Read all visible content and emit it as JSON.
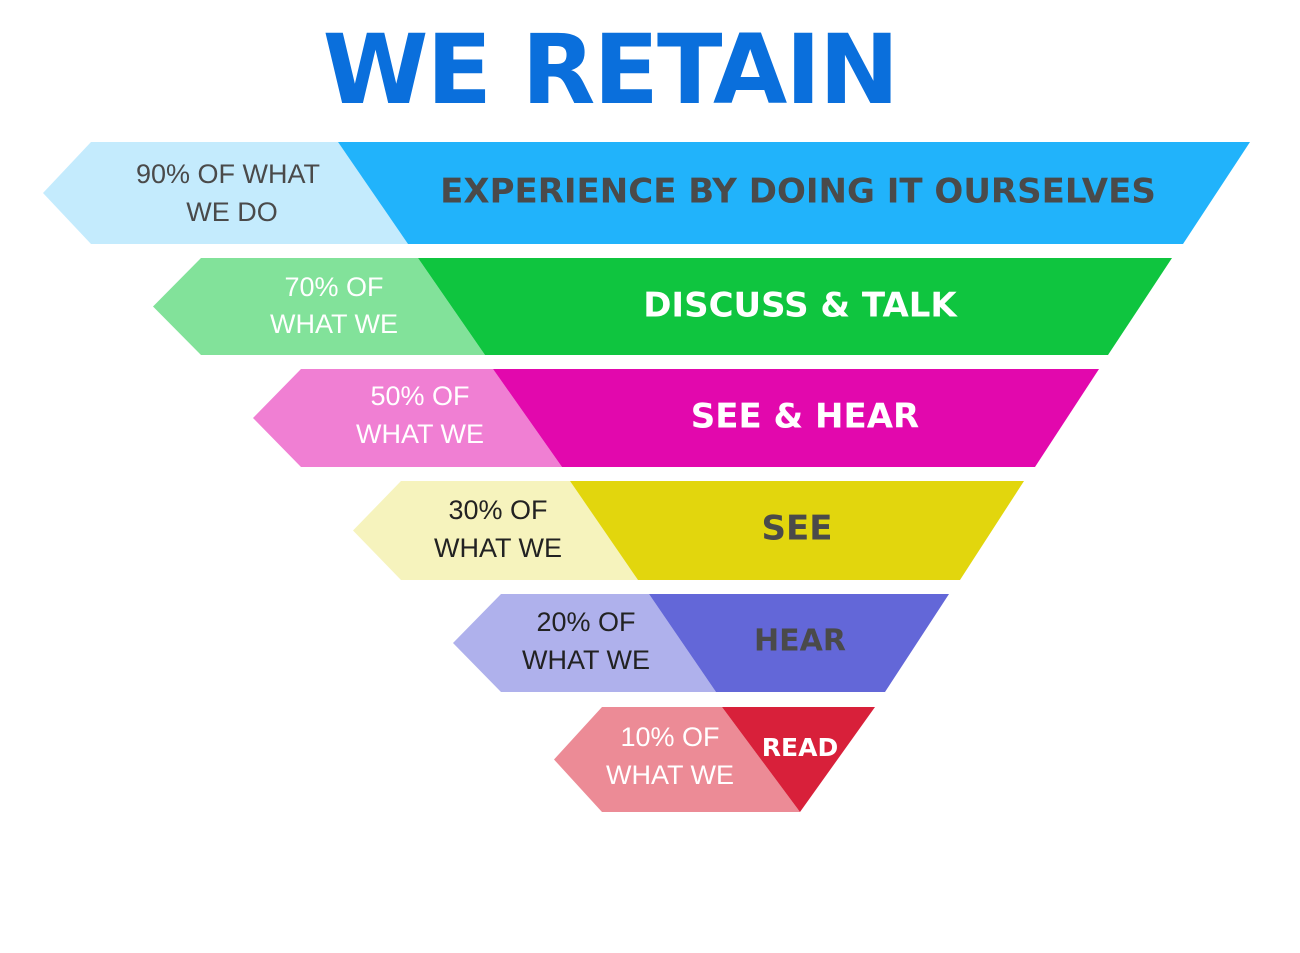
{
  "title": "WE RETAIN",
  "levels": [
    {
      "tab_line1": "90% OF WHAT",
      "tab_line2": "WE DO",
      "label": "EXPERIENCE BY DOING IT OURSELVES",
      "main_color": "#21b3fb",
      "tab_color": "#c4ebfd",
      "label_color": "#4a4a4a",
      "tab_text_color": "#4a4a4a"
    },
    {
      "tab_line1": "70% OF",
      "tab_line2": "WHAT WE",
      "label": "DISCUSS & TALK",
      "main_color": "#0fc53f",
      "tab_color": "#82e29a",
      "label_color": "#ffffff",
      "tab_text_color": "#ffffff"
    },
    {
      "tab_line1": "50% OF",
      "tab_line2": "WHAT WE",
      "label": "SEE & HEAR",
      "main_color": "#e208ad",
      "tab_color": "#f07fd3",
      "label_color": "#ffffff",
      "tab_text_color": "#ffffff"
    },
    {
      "tab_line1": "30% OF",
      "tab_line2": "WHAT WE",
      "label": "SEE",
      "main_color": "#e2d60d",
      "tab_color": "#f6f3bd",
      "label_color": "#4a4a4a",
      "tab_text_color": "#222222"
    },
    {
      "tab_line1": "20% OF",
      "tab_line2": "WHAT WE",
      "label": "HEAR",
      "main_color": "#6367d8",
      "tab_color": "#afb1ec",
      "label_color": "#4a4a4a",
      "tab_text_color": "#222222"
    },
    {
      "tab_line1": "10% OF",
      "tab_line2": "WHAT WE",
      "label": "READ",
      "main_color": "#d8203a",
      "tab_color": "#ec8b96",
      "label_color": "#ffffff",
      "tab_text_color": "#ffffff"
    }
  ]
}
